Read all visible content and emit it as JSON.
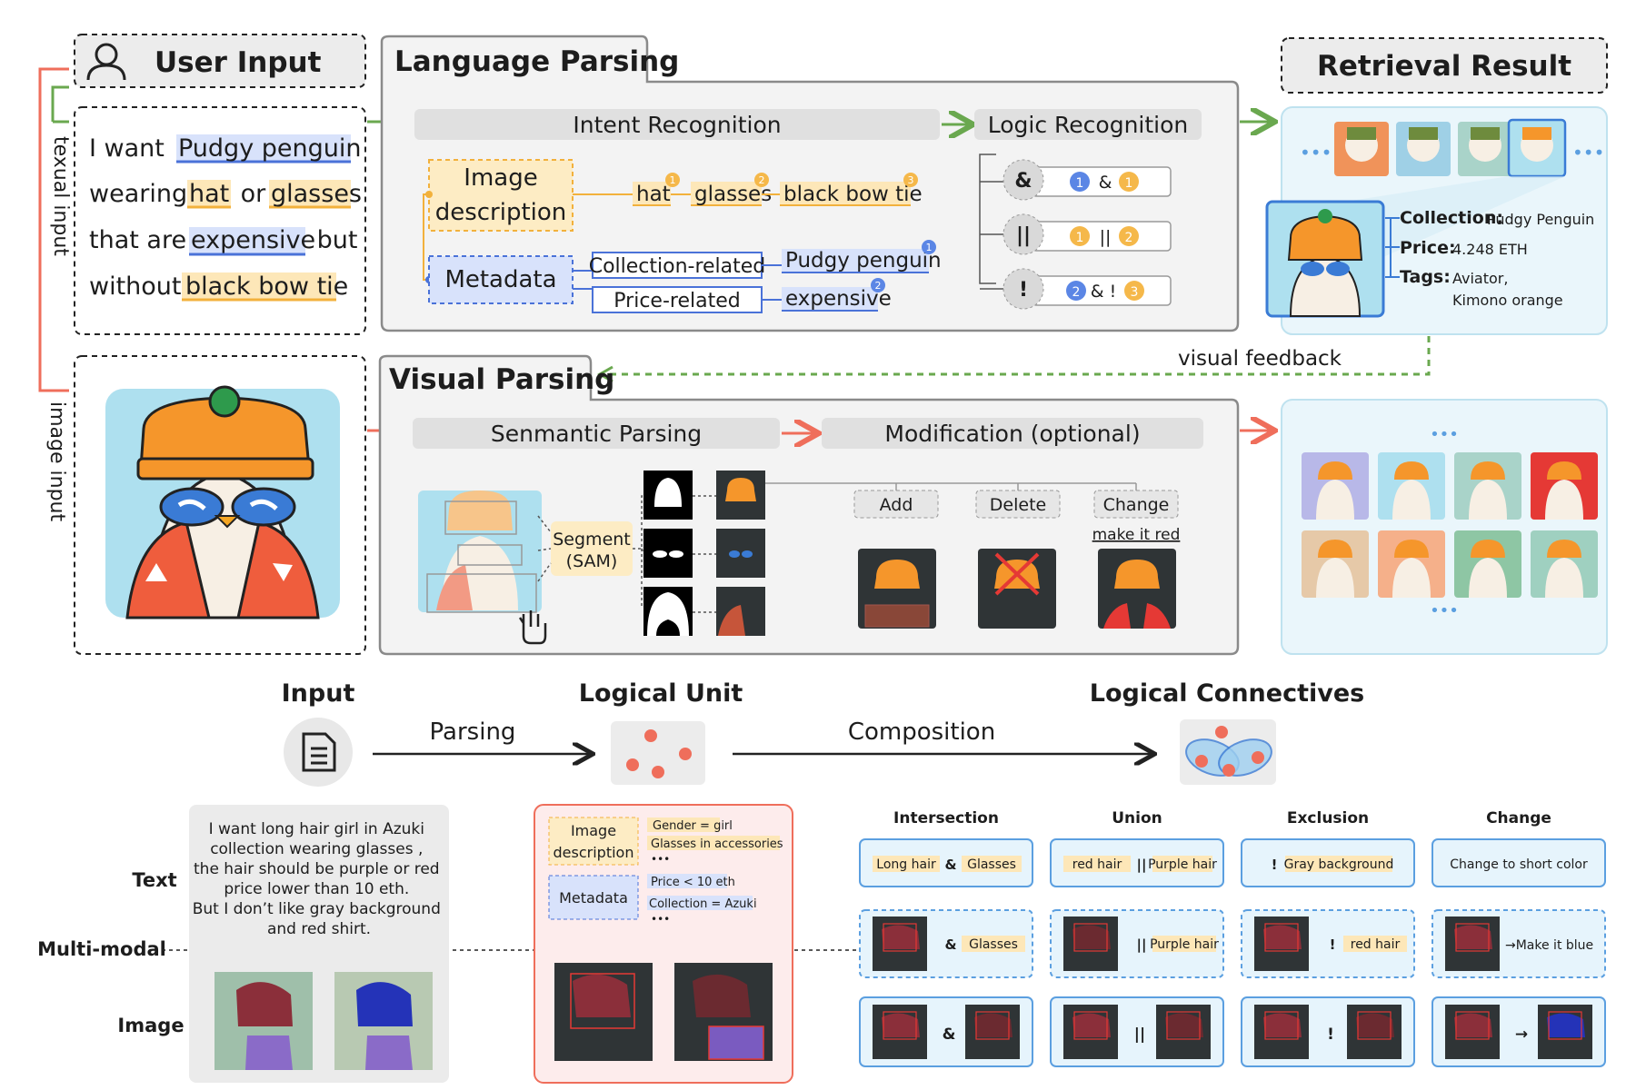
{
  "user_input": {
    "title": "User Input",
    "textual_input_label": "texual input",
    "image_input_label": "image input",
    "query_lines": [
      [
        "I want ",
        "Pudgy penguin"
      ],
      [
        "wearing ",
        "hat",
        " or ",
        "glasses"
      ],
      [
        "that are ",
        "expensive",
        " but"
      ],
      [
        "without ",
        "black bow tie"
      ]
    ]
  },
  "language_parsing": {
    "title": "Language Parsing",
    "intent_recognition": "Intent Recognition",
    "logic_recognition": "Logic Recognition",
    "image_description": [
      "Image",
      "description"
    ],
    "metadata": "Metadata",
    "image_tags": [
      {
        "label": "hat",
        "index": "1"
      },
      {
        "label": "glasses",
        "index": "2"
      },
      {
        "label": "black bow tie",
        "index": "3"
      }
    ],
    "metadata_rows": [
      {
        "category": "Collection-related",
        "value": "Pudgy penguin",
        "index": "1"
      },
      {
        "category": "Price-related",
        "value": "expensive",
        "index": "2"
      }
    ],
    "logic_rules": [
      {
        "op": "&",
        "expr": [
          "1",
          "&",
          "1"
        ]
      },
      {
        "op": "||",
        "expr": [
          "1",
          "||",
          "2"
        ]
      },
      {
        "op": "!",
        "expr": [
          "2",
          "& !",
          "3"
        ]
      }
    ]
  },
  "retrieval_result": {
    "title": "Retrieval Result",
    "dots": "•••",
    "details": [
      {
        "key": "Collection:",
        "value": "Pudgy Penguin"
      },
      {
        "key": "Price:",
        "value": "4.248 ETH"
      },
      {
        "key": "Tags:",
        "value": "Aviator,"
      },
      {
        "key": "",
        "value": "Kimono orange"
      }
    ]
  },
  "visual_feedback": "visual feedback",
  "visual_parsing": {
    "title": "Visual Parsing",
    "semantic_parsing": "Senmantic Parsing",
    "modification": "Modification (optional)",
    "segment": [
      "Segment",
      "(SAM)"
    ],
    "ops": [
      "Add",
      "Delete",
      "Change"
    ],
    "change_instruction": "make it red"
  },
  "lower": {
    "input_title": "Input",
    "logical_unit_title": "Logical Unit",
    "logical_connectives_title": "Logical Connectives",
    "parsing": "Parsing",
    "composition": "Composition",
    "row_labels": [
      "Text",
      "Multi-modal",
      "Image"
    ],
    "input_text": [
      "I want long hair girl in Azuki",
      "collection wearing glasses ,",
      "the hair should be purple or red",
      "price lower than 10 eth.",
      "But I don’t like gray background",
      "and red shirt."
    ],
    "unit_image_description": [
      "Image",
      "description"
    ],
    "unit_metadata": "Metadata",
    "unit_image_tags": [
      "Gender = girl",
      "Glasses in accessories"
    ],
    "unit_meta_tags": [
      "Price < 10 eth",
      "Collection = Azuki"
    ],
    "ellipsis": "•••",
    "connectives": [
      {
        "title": "Intersection",
        "text": [
          "Long hair",
          "&",
          "Glasses"
        ],
        "mm": [
          "&",
          "Glasses"
        ],
        "img_op": "&"
      },
      {
        "title": "Union",
        "text": [
          "red hair",
          "||",
          "Purple hair"
        ],
        "mm": [
          "||",
          "Purple hair"
        ],
        "img_op": "||"
      },
      {
        "title": "Exclusion",
        "text": [
          "!",
          "Gray background"
        ],
        "mm": [
          "!",
          "red hair"
        ],
        "img_op": "!"
      },
      {
        "title": "Change",
        "text": [
          "Change to short color"
        ],
        "mm": [
          "→Make it blue"
        ],
        "img_op": "→"
      }
    ]
  },
  "colors": {
    "orange_highlight": "#fde7b8",
    "blue_highlight": "#d8e2fb",
    "accent_green": "#6aa84f",
    "accent_red": "#ef6e5b",
    "light_blue_panel": "#eaf6fb",
    "light_grey": "#e8e8e8"
  },
  "icons": [
    "user-icon",
    "document-icon",
    "hand-cursor-icon",
    "red-x-icon",
    "penguin-image"
  ]
}
